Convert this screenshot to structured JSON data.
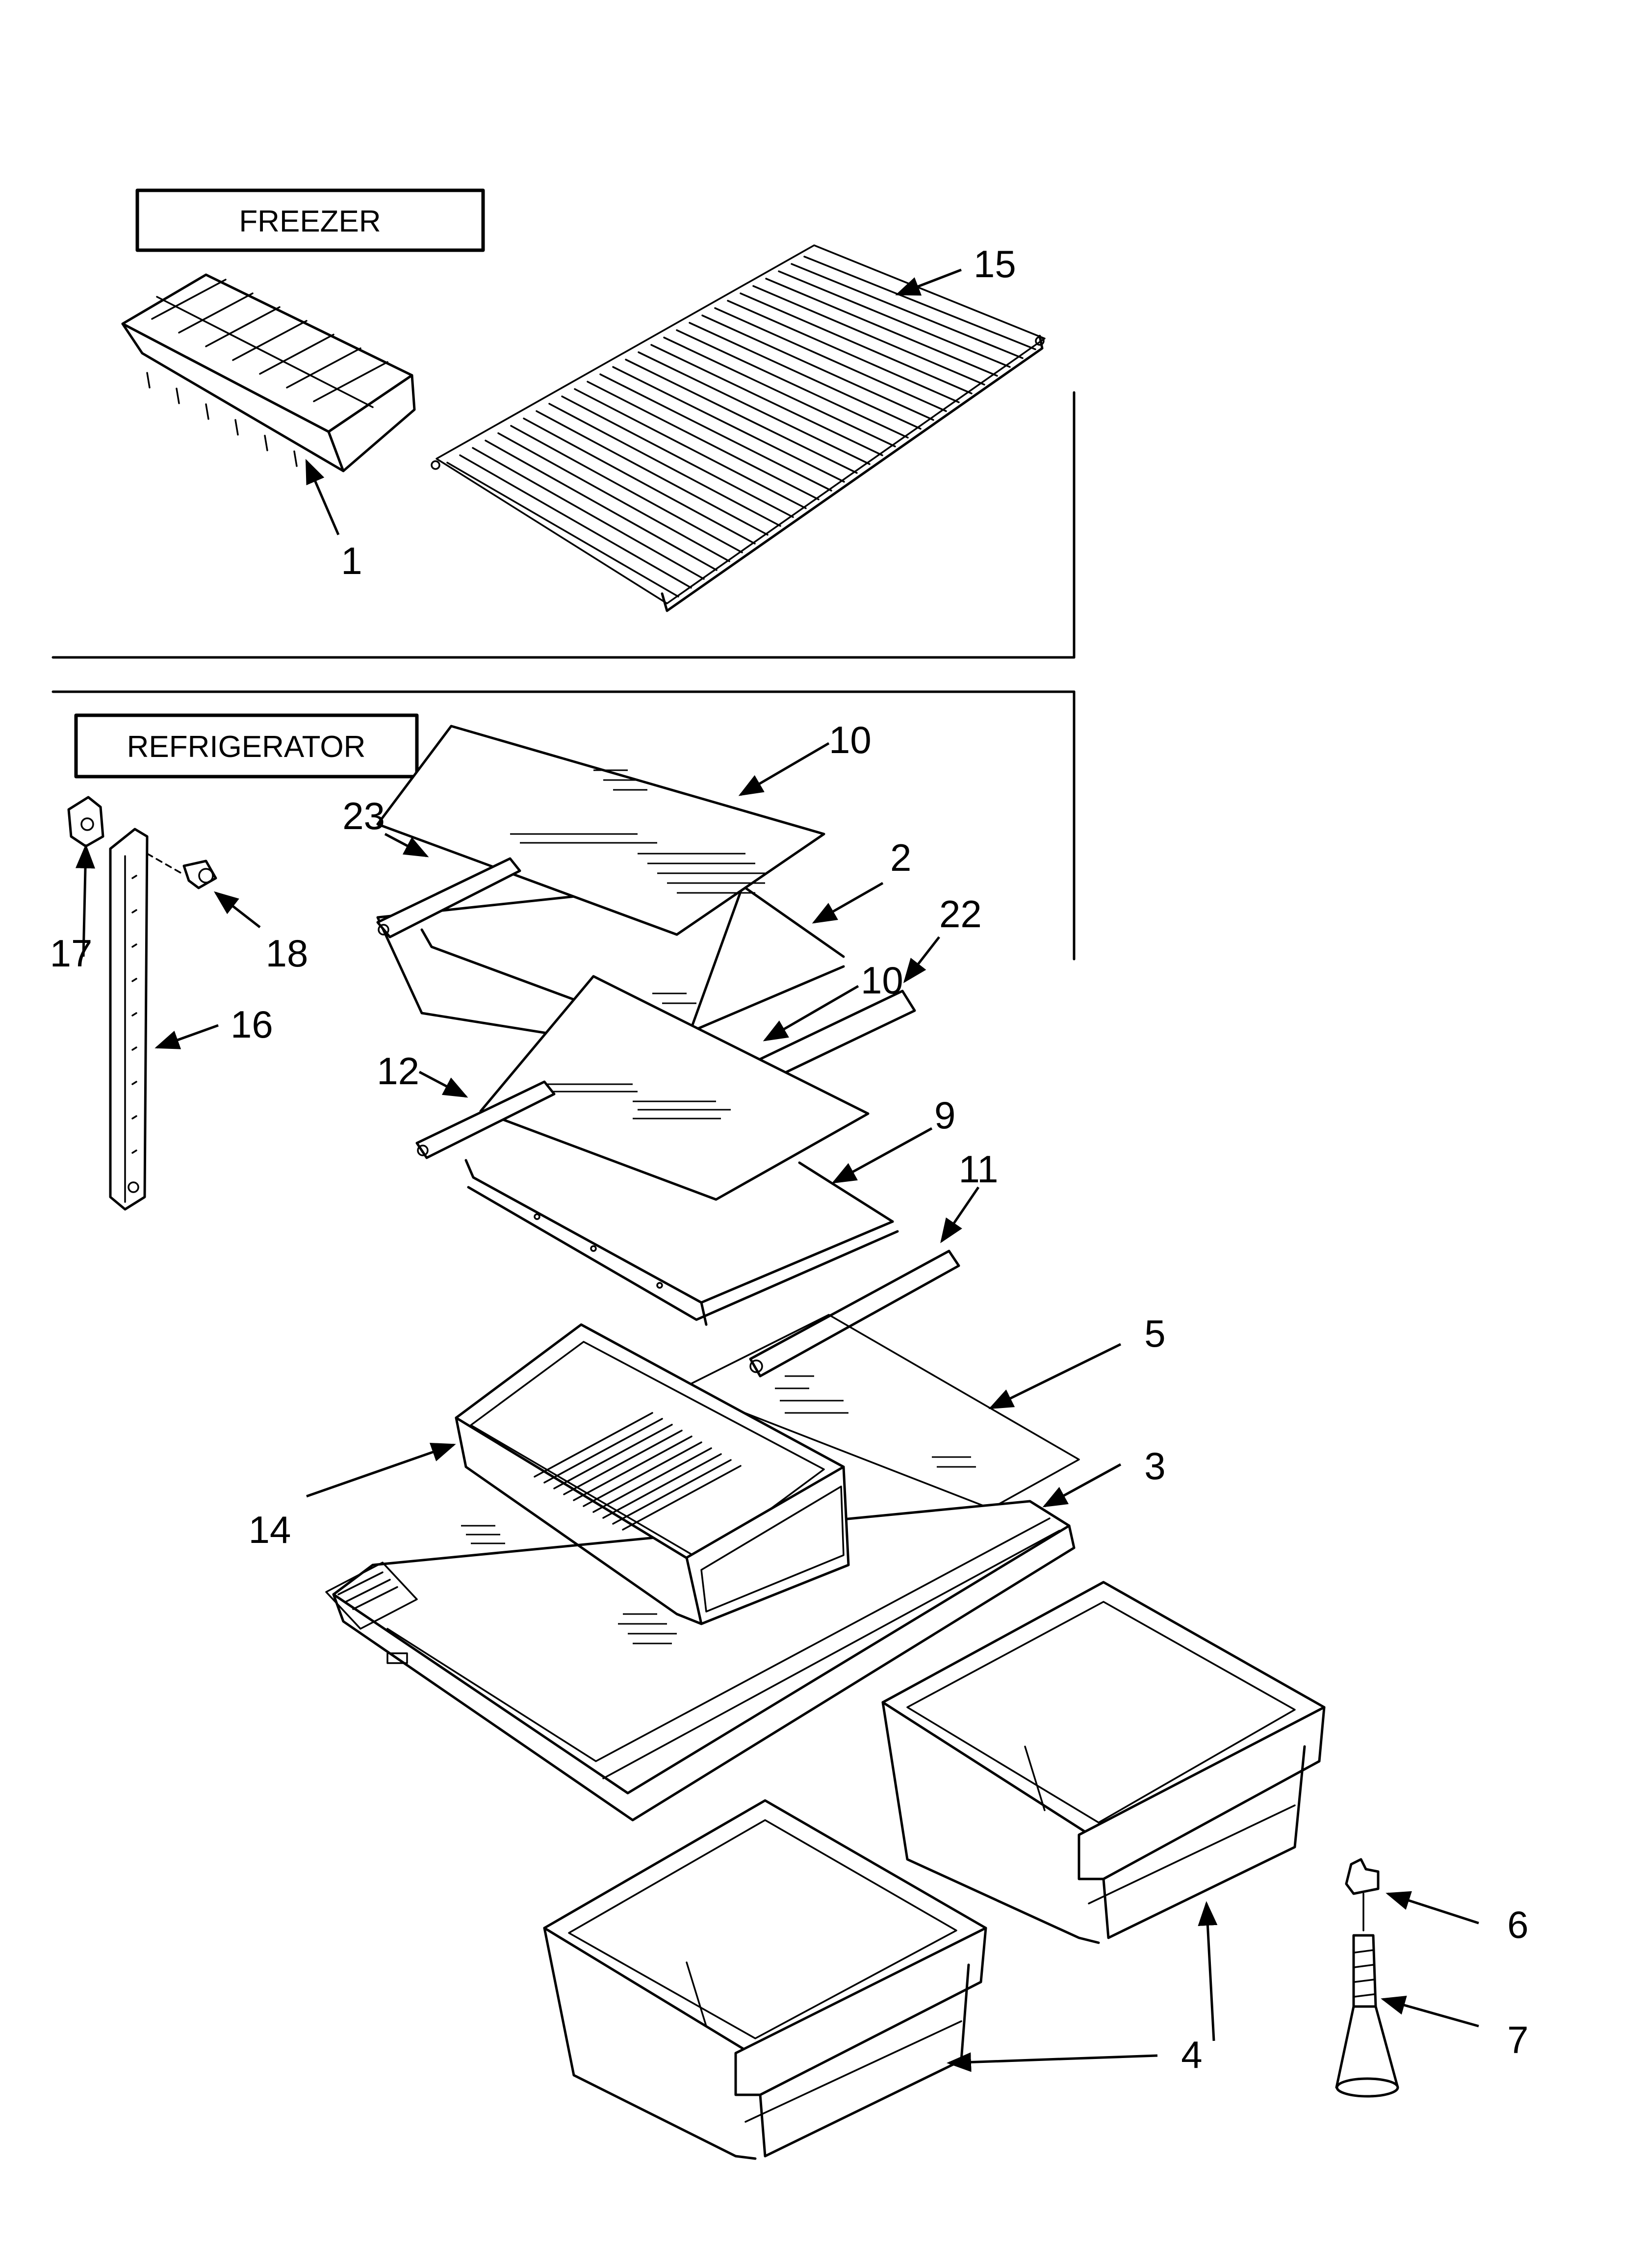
{
  "sections": {
    "freezer": "FREEZER",
    "refrigerator": "REFRIGERATOR"
  },
  "callouts": {
    "c1": "1",
    "c15": "15",
    "c10a": "10",
    "c23": "23",
    "c2": "2",
    "c22": "22",
    "c10b": "10",
    "c17": "17",
    "c18": "18",
    "c16": "16",
    "c12": "12",
    "c9": "9",
    "c11": "11",
    "c5": "5",
    "c14": "14",
    "c3": "3",
    "c6": "6",
    "c7": "7",
    "c4": "4"
  }
}
